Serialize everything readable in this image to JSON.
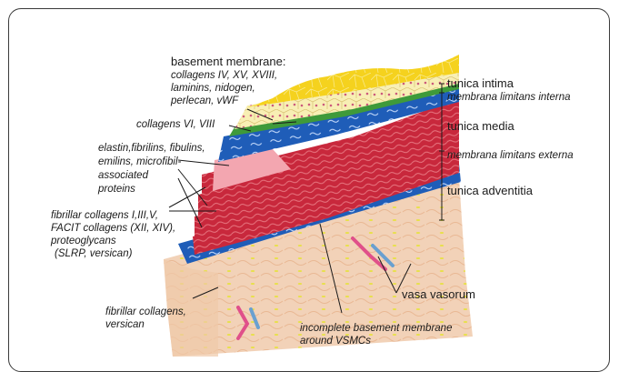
{
  "labels": {
    "basement_membrane_title": "basement membrane:",
    "basement_membrane_line1": "collagens IV, XV, XVIII,",
    "basement_membrane_line2": "laminins, nidogen,",
    "basement_membrane_line3": "perlecan, vWF",
    "collagens_vi_viii": "collagens VI, VIII",
    "elastin_line1": "elastin,fibrilins, fibulins,",
    "elastin_line2": "emilins, microfibil-",
    "elastin_line3": "associated",
    "elastin_line4": "proteins",
    "fibrillar_line1": "fibrillar collagens I,III,V,",
    "fibrillar_line2": "FACIT collagens (XII, XIV),",
    "fibrillar_line3": "proteoglycans",
    "fibrillar_line4": "(SLRP, versican)",
    "bottom_left_line1": "fibrillar collagens,",
    "bottom_left_line2": "versican",
    "tunica_intima": "tunica intima",
    "membrana_interna": "membrana limitans interna",
    "tunica_media": "tunica media",
    "membrana_externa": "membrana limitans externa",
    "tunica_adventitia": "tunica adventitia",
    "vasa_vasorum": "vasa vasorum",
    "incomplete_line1": "incomplete basement membrane",
    "incomplete_line2": "around VSMCs"
  },
  "colors": {
    "intima_yellow": "#f5d21e",
    "subendothelial_cream": "#f8efb4",
    "elastic_lamina_blue": "#1f5db8",
    "media_pink": "#f3a6b0",
    "smooth_muscle_red": "#c8283c",
    "adventitia_peach": "#f2d2b8",
    "green_layer": "#3f9a3a"
  }
}
